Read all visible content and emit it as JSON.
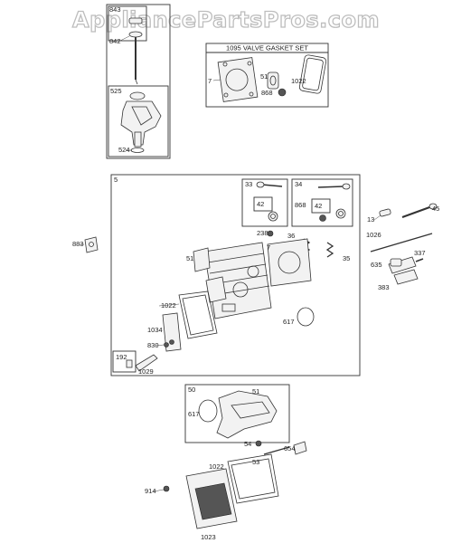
{
  "header": {
    "watermark": "AppliancePartsPros.com"
  },
  "kits": {
    "valve_gasket_set": "1095 VALVE GASKET SET"
  },
  "callouts": {
    "p843": "843",
    "p842": "842",
    "p525": "525",
    "p524": "524",
    "p7a": "7",
    "p51a": "51",
    "p868a": "868",
    "p1022a": "1022",
    "p5": "5",
    "p33": "33",
    "p34": "34",
    "p42a": "42",
    "p42b": "42",
    "p868b": "868",
    "p238": "238",
    "p36": "36",
    "p7b": "7",
    "p35": "35",
    "p51b": "51",
    "p883": "883",
    "p1022b": "1022",
    "p617a": "617",
    "p1034": "1034",
    "p830": "830",
    "p192": "192",
    "p1029": "1029",
    "p13": "13",
    "p45": "45",
    "p1026": "1026",
    "p337": "337",
    "p635": "635",
    "p383": "383",
    "p50": "50",
    "p51c": "51",
    "p617b": "617",
    "p54": "54",
    "p654": "654",
    "p1022c": "1022",
    "p53": "53",
    "p914": "914",
    "p1023": "1023"
  }
}
